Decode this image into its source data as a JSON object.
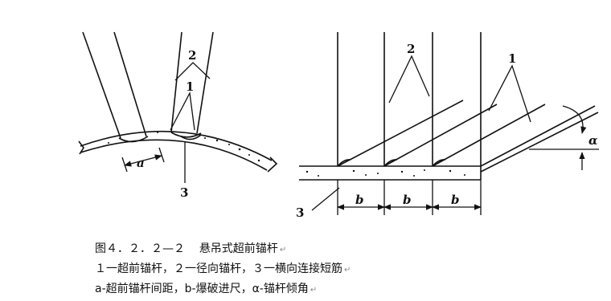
{
  "figure": {
    "left": {
      "label_spacing": "a",
      "callout_radial": "2",
      "callout_advance": "1",
      "callout_tie": "3"
    },
    "right": {
      "callout_radial": "2",
      "callout_advance": "1",
      "callout_tie": "3",
      "label_angle": "α",
      "blast_labels": [
        "b",
        "b",
        "b"
      ]
    }
  },
  "caption": {
    "title_number": "图４．２．２—２",
    "title_text": "悬吊式超前锚杆",
    "return_mark": "↵",
    "line2": "１一超前锚杆，２一径向锚杆，３一横向连接短筋",
    "line3": "a-超前锚杆间距，b-爆破进尺，α-锚杆倾角"
  }
}
